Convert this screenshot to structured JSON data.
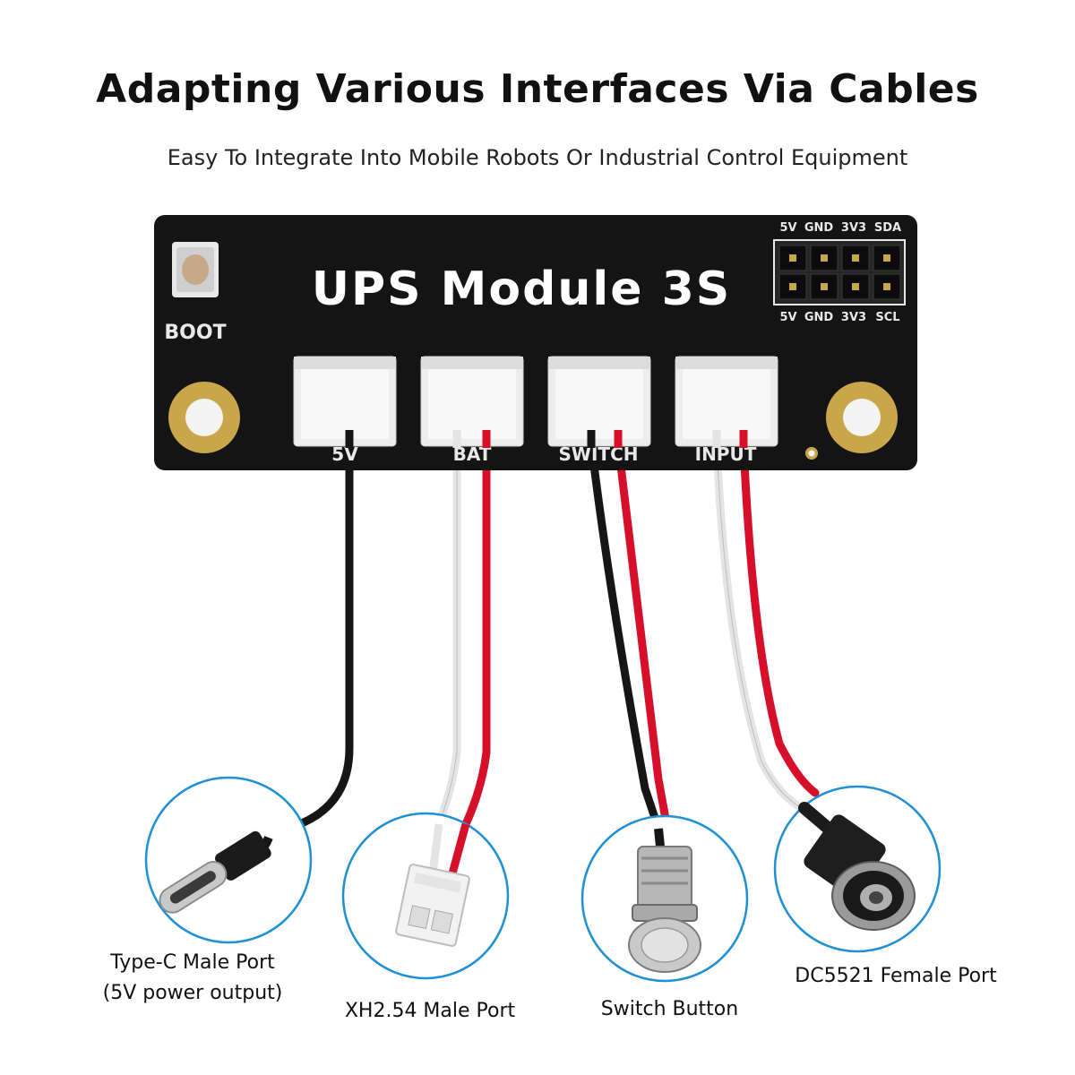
{
  "header": {
    "title": "Adapting Various Interfaces Via Cables",
    "subtitle": "Easy To Integrate Into Mobile Robots Or Industrial Control Equipment"
  },
  "board": {
    "name": "UPS Module 3S",
    "boot_label": "BOOT",
    "header_top_pins": [
      "5V",
      "GND",
      "3V3",
      "SDA"
    ],
    "header_bottom_pins": [
      "5V",
      "GND",
      "3V3",
      "SCL"
    ],
    "connectors": [
      "5V",
      "BAT",
      "SWITCH",
      "INPUT"
    ]
  },
  "ports": {
    "typec": {
      "line1": "Type-C Male Port",
      "line2": "(5V power output)"
    },
    "xh254": {
      "label": "XH2.54 Male Port"
    },
    "switch": {
      "label": "Switch Button"
    },
    "dc5521": {
      "label": "DC5521 Female Port"
    }
  },
  "colors": {
    "pcb": "#141414",
    "wire_red": "#d6102a",
    "wire_white": "#e4e4e4",
    "wire_black": "#161616",
    "circle_border": "#1f8fd6",
    "pad_gold": "#c9a64a"
  }
}
